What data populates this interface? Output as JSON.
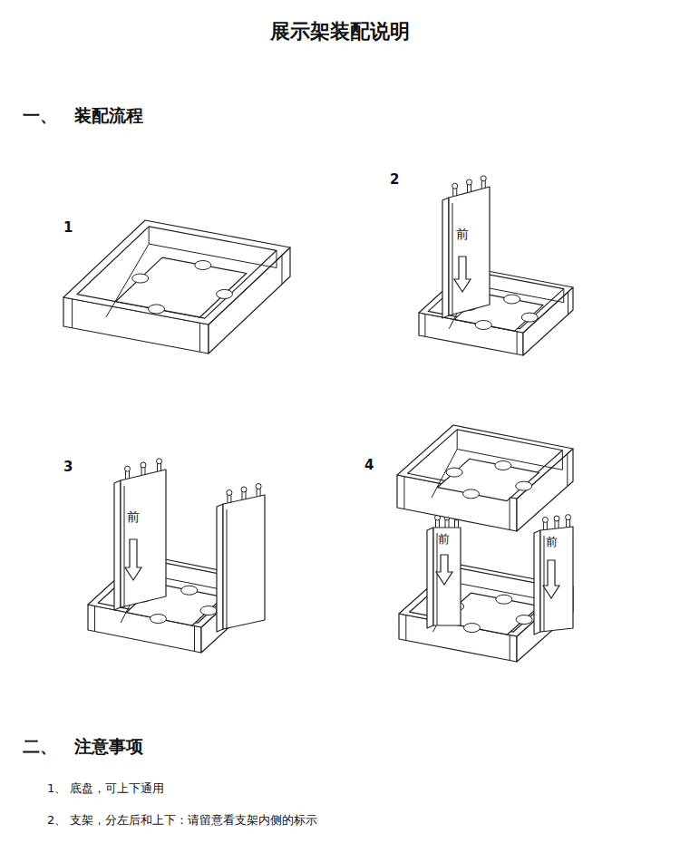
{
  "diagram": {
    "title": "展示架装配说明",
    "labels": [
      "一、",
      "装配流程",
      "1",
      "2",
      "3",
      "4",
      "前",
      "前",
      "前",
      "前",
      "二、",
      "注意事项",
      "1、 底盘，可上下通用",
      "2、 支架，分左后和上下：请留意看支架内侧的标示"
    ]
  }
}
